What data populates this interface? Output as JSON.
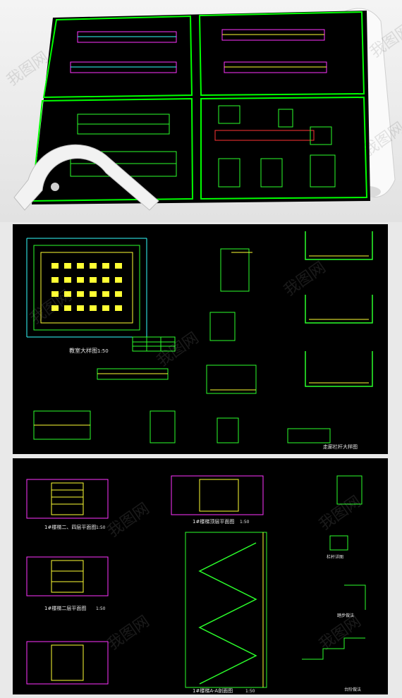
{
  "watermark": {
    "text": "我图网"
  },
  "panel_b": {
    "classroom_title": "教室大样图",
    "classroom_scale": "1:50",
    "detail_title": "走廊栏杆大样图"
  },
  "panel_c": {
    "stair_23_title": "1#楼梯二、四层平面图",
    "stair_23_scale": "1:50",
    "stair_top_title": "1#楼梯顶层平面图",
    "stair_top_scale": "1:50",
    "stair_2_title": "1#楼梯二层平面图",
    "stair_2_scale": "1:50",
    "stair_section_title": "1#楼梯A-A剖面图",
    "stair_section_scale": "1:50",
    "handrail_label": "栏杆详图",
    "step_label": "踏步做法",
    "stair_detail_label": "台阶做法"
  },
  "colors": {
    "cad_bg": "#000000",
    "frame_green": "#00ff00",
    "line_green": "#2bff2b",
    "line_yellow": "#ffff33",
    "line_magenta": "#ff33ff",
    "line_cyan": "#33ffff",
    "line_red": "#ff3333"
  }
}
